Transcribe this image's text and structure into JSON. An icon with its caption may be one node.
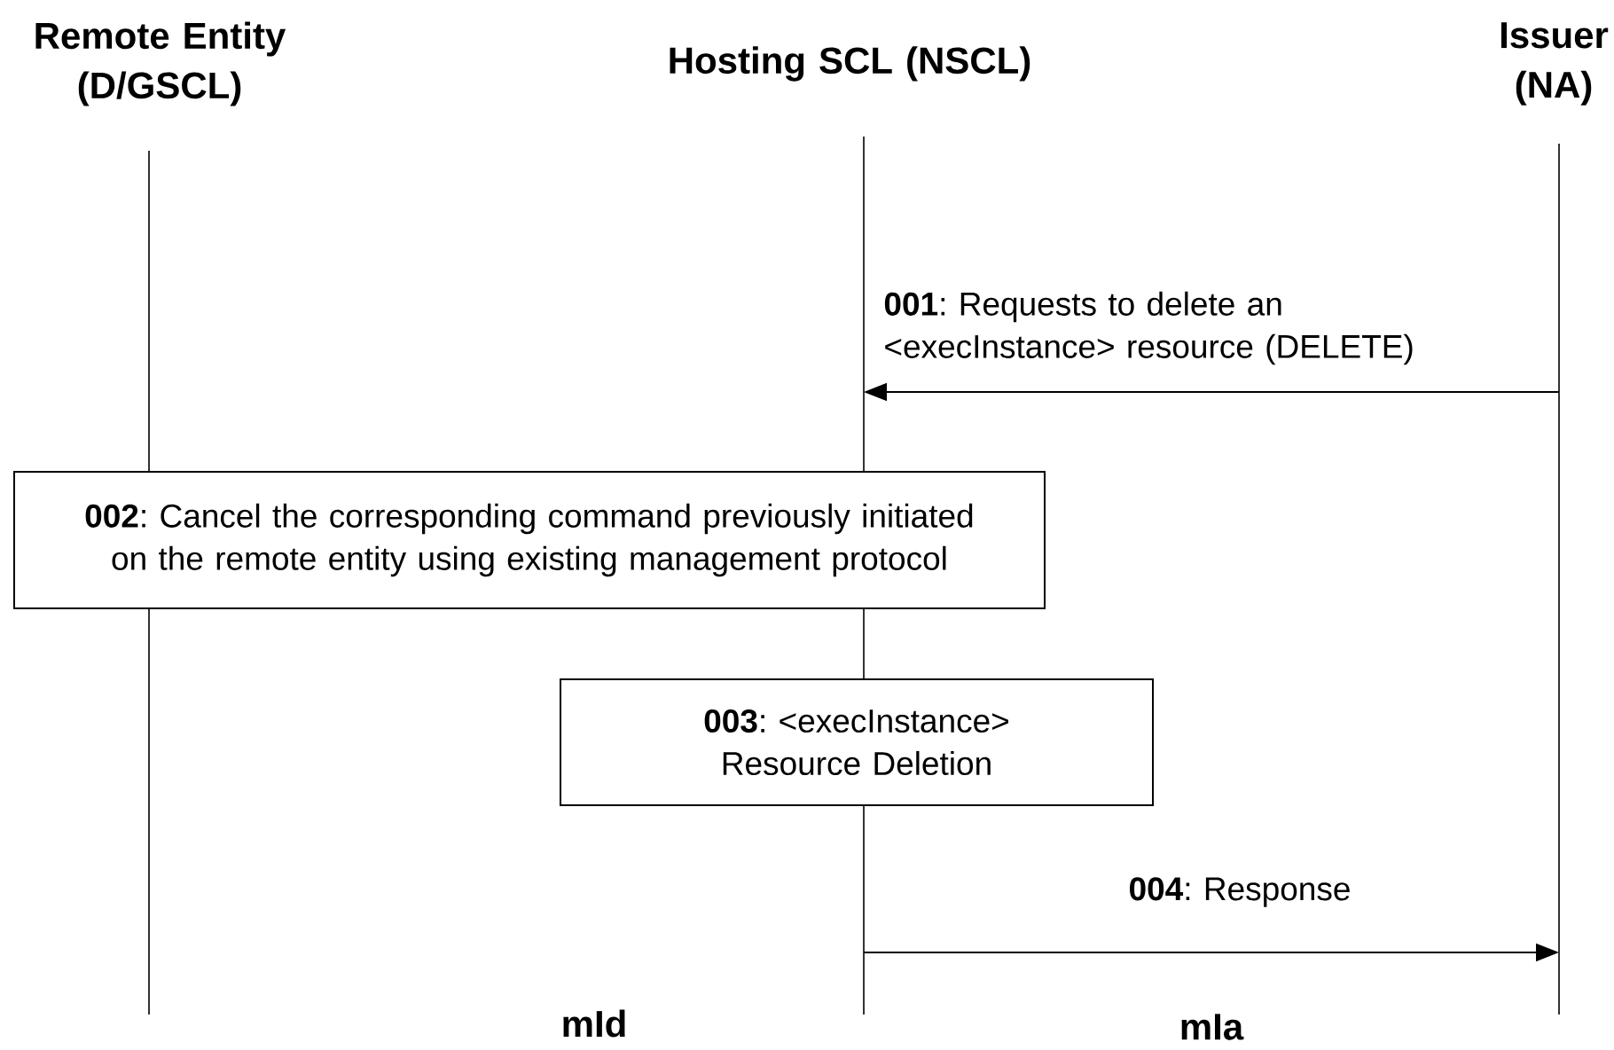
{
  "diagram": {
    "nodes": [
      {
        "text": [
          "Remote Entity (D/GSCL)"
        ]
      },
      {
        "text": [
          "Hosting SCL (NSCL)"
        ]
      },
      {
        "text": [
          "Issuer (NA)"
        ]
      },
      {
        "text": [
          "**002**: Cancel the corresponding command previously initiated on the remote entity using existing management protocol"
        ]
      },
      {
        "text": [
          "**003**: <execInstance> Resource Deletion"
        ]
      }
    ],
    "edges": [
      {
        "from": 2,
        "to": 1,
        "arrow": "to",
        "label": "**001**: Requests to delete an <execInstance> resource (DELETE)"
      },
      {
        "from": 1,
        "to": 2,
        "arrow": "to",
        "label": "**004**: Response"
      }
    ],
    "labels": [
      "mId",
      "mIa"
    ]
  }
}
